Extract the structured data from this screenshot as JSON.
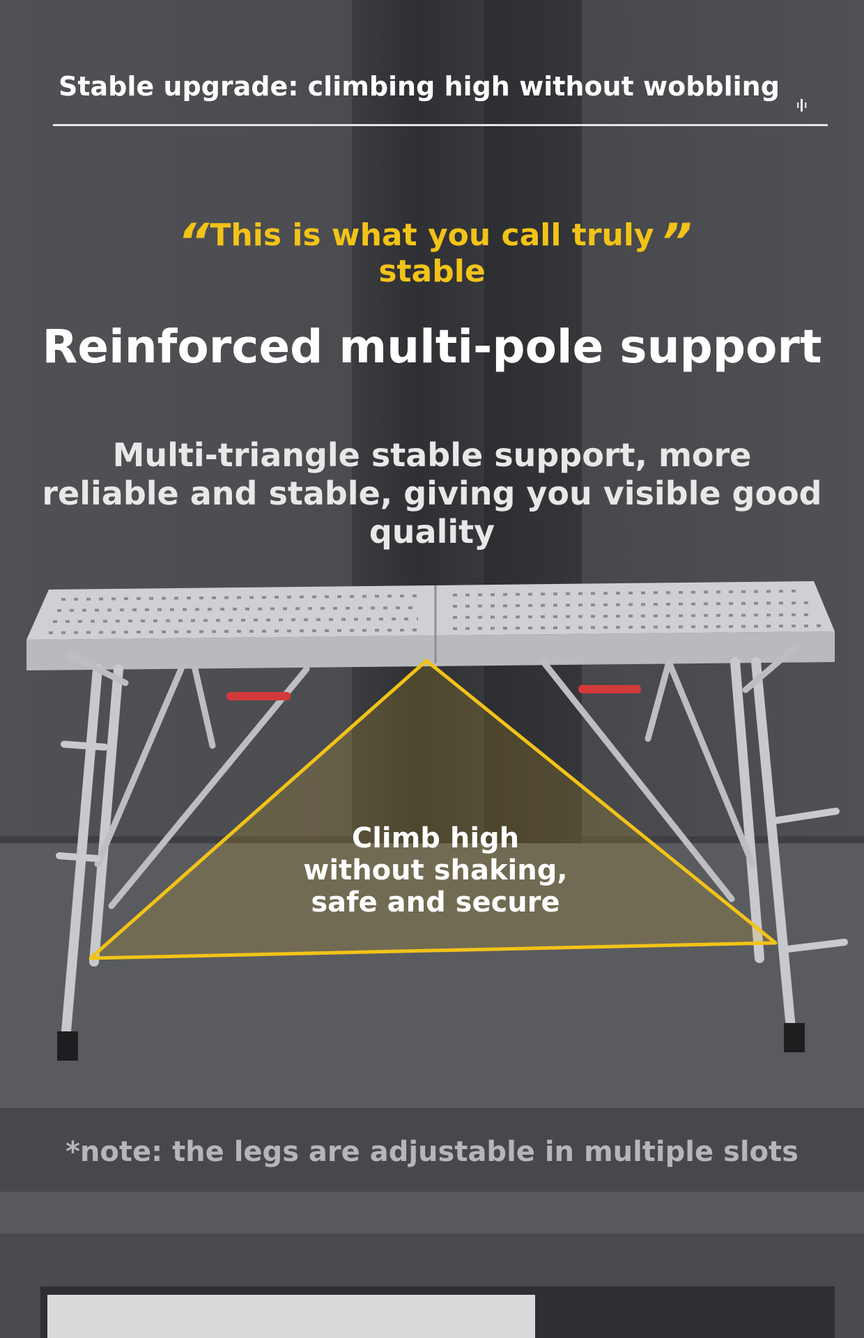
{
  "header": {
    "title": "Stable upgrade: climbing high without wobbling",
    "audio_icon": "sound-wave-icon"
  },
  "hero": {
    "quote_open": "“",
    "tagline": "This is what you call truly stable",
    "quote_close": "”",
    "title": "Reinforced multi-pole support",
    "subtitle": "Multi-triangle stable support, more reliable and stable, giving you visible good quality"
  },
  "product": {
    "callout_lines": [
      "Climb high",
      "without shaking,",
      "safe and secure"
    ]
  },
  "footer": {
    "note": "*note: the legs are adjustable in multiple slots"
  },
  "colors": {
    "accent_yellow": "#f2c318",
    "text_white": "#ffffff",
    "background_dark": "#3c3d40",
    "handle_red": "#d23a3a"
  }
}
